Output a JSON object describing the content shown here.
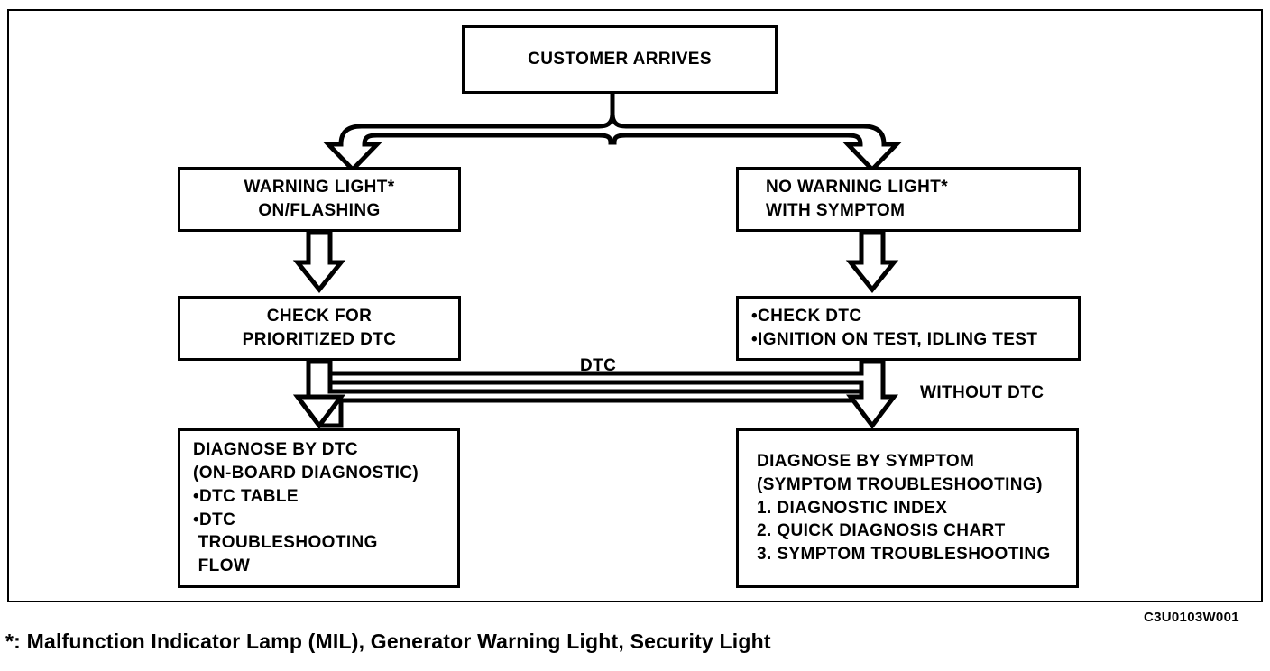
{
  "figure": {
    "code": "C3U0103W001",
    "footnote": "*: Malfunction Indicator Lamp (MIL), Generator Warning Light, Security Light"
  },
  "diagram": {
    "type": "flowchart",
    "title": "Diagnostic procedure flow",
    "nodes": [
      {
        "id": "customer-arrives",
        "align": "center",
        "lines": [
          "CUSTOMER ARRIVES"
        ]
      },
      {
        "id": "warning-light-on",
        "align": "center",
        "lines": [
          "WARNING LIGHT*",
          "ON/FLASHING"
        ]
      },
      {
        "id": "no-warning-light",
        "align": "center",
        "lines": [
          "NO WARNING LIGHT*",
          "WITH SYMPTOM"
        ]
      },
      {
        "id": "check-prioritized-dtc",
        "align": "center",
        "lines": [
          "CHECK FOR",
          "PRIORITIZED DTC"
        ]
      },
      {
        "id": "check-dtc-tests",
        "align": "left",
        "lines": [
          "•CHECK DTC",
          "•IGNITION ON TEST, IDLING TEST"
        ]
      },
      {
        "id": "diagnose-by-dtc",
        "align": "left",
        "lines": [
          "DIAGNOSE BY DTC",
          "(ON-BOARD DIAGNOSTIC)",
          "•DTC TABLE",
          "•DTC",
          " TROUBLESHOOTING",
          " FLOW"
        ]
      },
      {
        "id": "diagnose-by-symptom",
        "align": "left",
        "lines": [
          "DIAGNOSE BY SYMPTOM",
          "(SYMPTOM TROUBLESHOOTING)",
          "1. DIAGNOSTIC INDEX",
          "2. QUICK DIAGNOSIS CHART",
          "3. SYMPTOM TROUBLESHOOTING"
        ]
      }
    ],
    "edge_labels": {
      "dtc": "DTC",
      "without_dtc": "WITHOUT DTC"
    }
  }
}
